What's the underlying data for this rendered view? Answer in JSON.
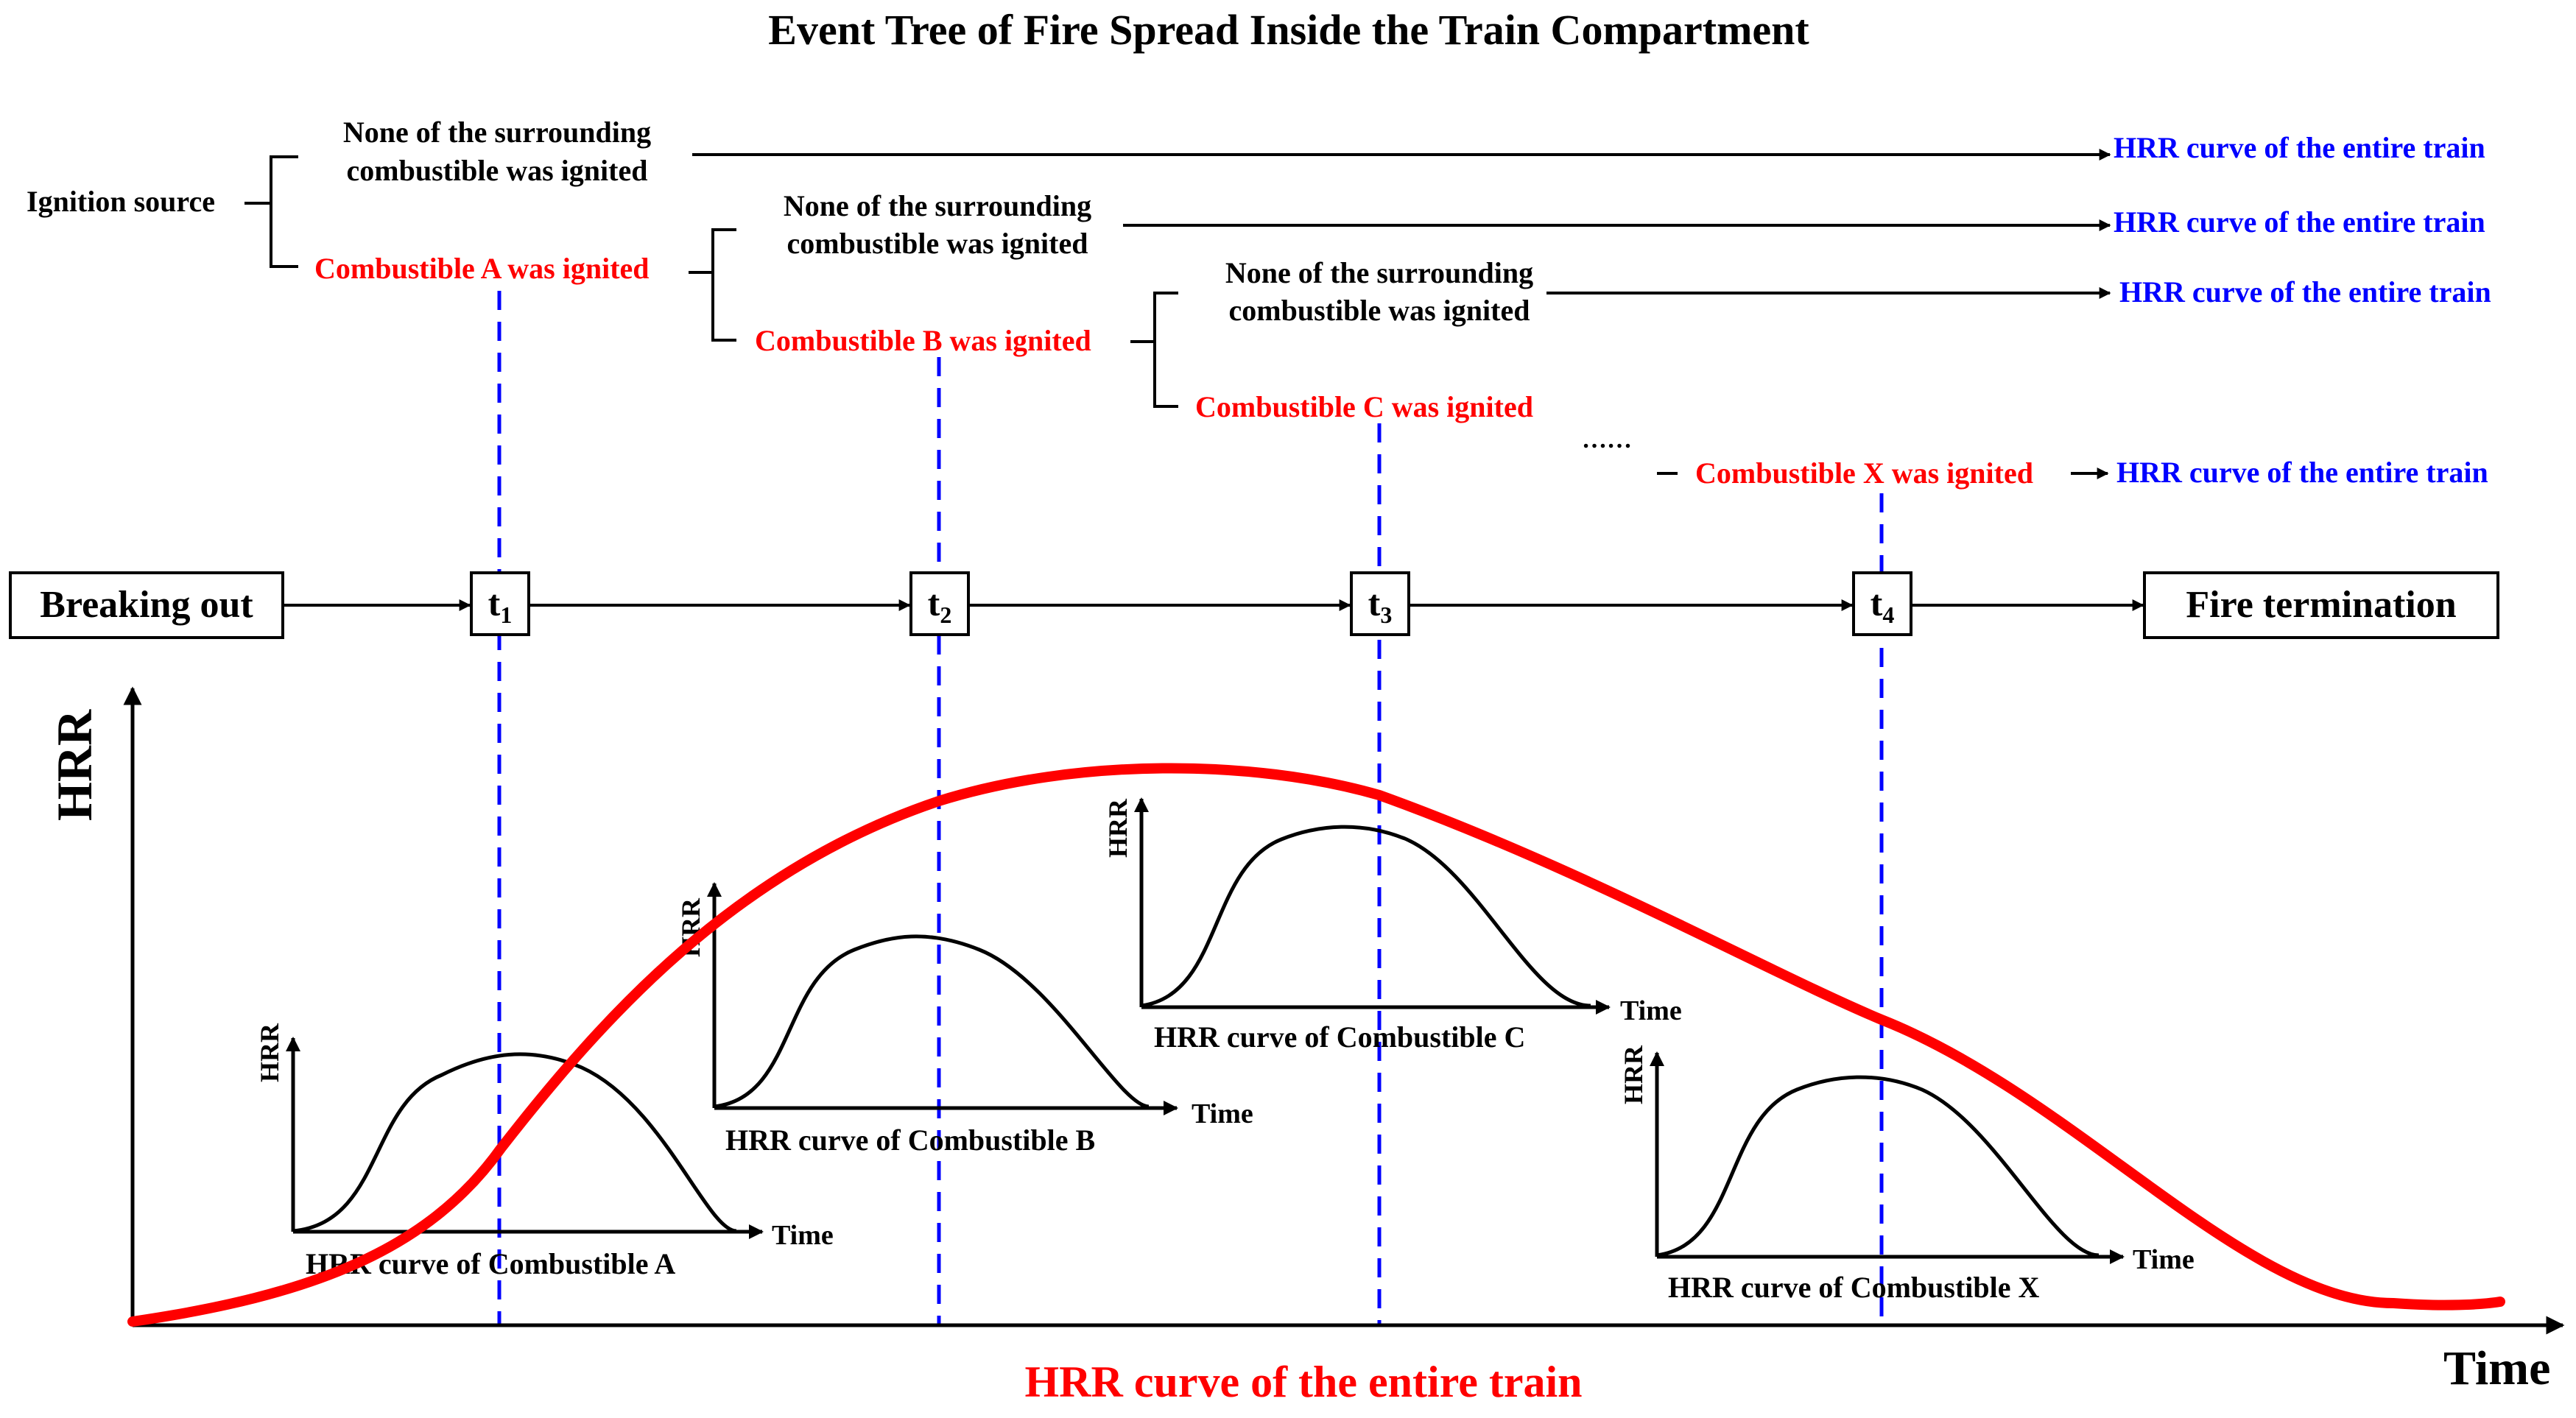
{
  "title": "Event Tree of Fire Spread Inside the Train Compartment",
  "tree": {
    "ignition_source": "Ignition source",
    "none_line1": "None of the surrounding",
    "none_line2": "combustible was ignited",
    "comb_a": "Combustible A was ignited",
    "comb_b": "Combustible B was ignited",
    "comb_c": "Combustible C was ignited",
    "comb_x": "Combustible X was ignited",
    "ellipsis": "……",
    "outcome": "HRR curve of the entire train"
  },
  "timeline": {
    "start": "Breaking out",
    "end": "Fire termination",
    "steps": [
      {
        "t": "t",
        "sub": "1"
      },
      {
        "t": "t",
        "sub": "2"
      },
      {
        "t": "t",
        "sub": "3"
      },
      {
        "t": "t",
        "sub": "4"
      }
    ]
  },
  "chart": {
    "ylabel": "HRR",
    "xlabel": "Time",
    "caption": "HRR curve of the entire train",
    "mini_ylabel": "HRR",
    "mini_xlabel": "Time",
    "mini_captions": [
      "HRR curve of Combustible A",
      "HRR curve of Combustible B",
      "HRR curve of Combustible C",
      "HRR curve of Combustible X"
    ]
  },
  "colors": {
    "accent_red": "#ff0000",
    "accent_blue": "#0000ff",
    "ink": "#000000"
  }
}
